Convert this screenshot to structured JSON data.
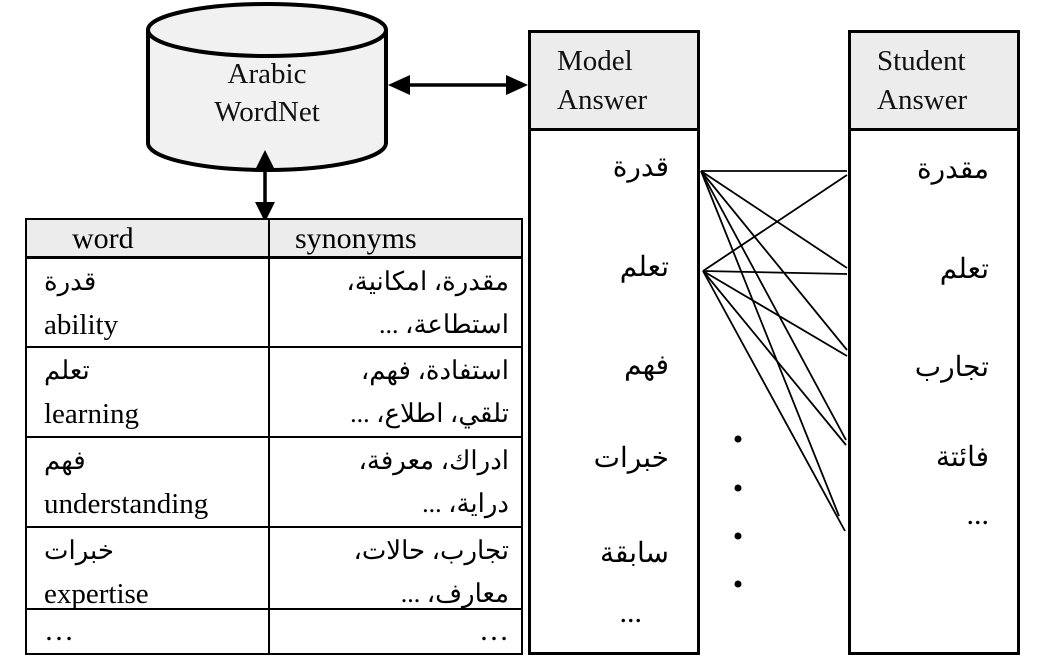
{
  "wordnet": {
    "label_line1": "Arabic",
    "label_line2": "WordNet"
  },
  "table": {
    "headers": {
      "word": "word",
      "synonyms": "synonyms"
    },
    "rows": [
      {
        "word_ar": "قدرة",
        "word_en": "ability",
        "syn_line1": "مقدرة، امكانية،",
        "syn_line2": "استطاعة، ..."
      },
      {
        "word_ar": "تعلم",
        "word_en": "learning",
        "syn_line1": "استفادة، فهم،",
        "syn_line2": "تلقي، اطلاع، ..."
      },
      {
        "word_ar": "فهم",
        "word_en": "understanding",
        "syn_line1": "ادراك، معرفة،",
        "syn_line2": "دراية، ..."
      },
      {
        "word_ar": "خبرات",
        "word_en": "expertise",
        "syn_line1": "تجارب، حالات،",
        "syn_line2": "معارف، ..."
      },
      {
        "word_ar": "…",
        "word_en": "",
        "syn_line1": "…",
        "syn_line2": ""
      }
    ]
  },
  "model_answer": {
    "title_line1": "Model",
    "title_line2": "Answer",
    "items": [
      "قدرة",
      "تعلم",
      "فهم",
      "خبرات",
      "سابقة",
      "..."
    ]
  },
  "student_answer": {
    "title_line1": "Student",
    "title_line2": "Answer",
    "items": [
      "مقدرة",
      "تعلم",
      "تجارب",
      "فائتة",
      "..."
    ]
  },
  "connections": [
    {
      "from": "قدرة",
      "to": "مقدرة"
    },
    {
      "from": "قدرة",
      "to": "تعلم"
    },
    {
      "from": "قدرة",
      "to": "تجارب"
    },
    {
      "from": "قدرة",
      "to": "فائتة"
    },
    {
      "from": "قدرة",
      "to": "..."
    },
    {
      "from": "تعلم",
      "to": "مقدرة"
    },
    {
      "from": "تعلم",
      "to": "تعلم"
    },
    {
      "from": "تعلم",
      "to": "تجارب"
    },
    {
      "from": "تعلم",
      "to": "فائتة"
    },
    {
      "from": "تعلم",
      "to": "..."
    }
  ],
  "colors": {
    "header_bg": "#ececec",
    "cylinder_bg": "#f1f1f1",
    "line": "#000000"
  }
}
